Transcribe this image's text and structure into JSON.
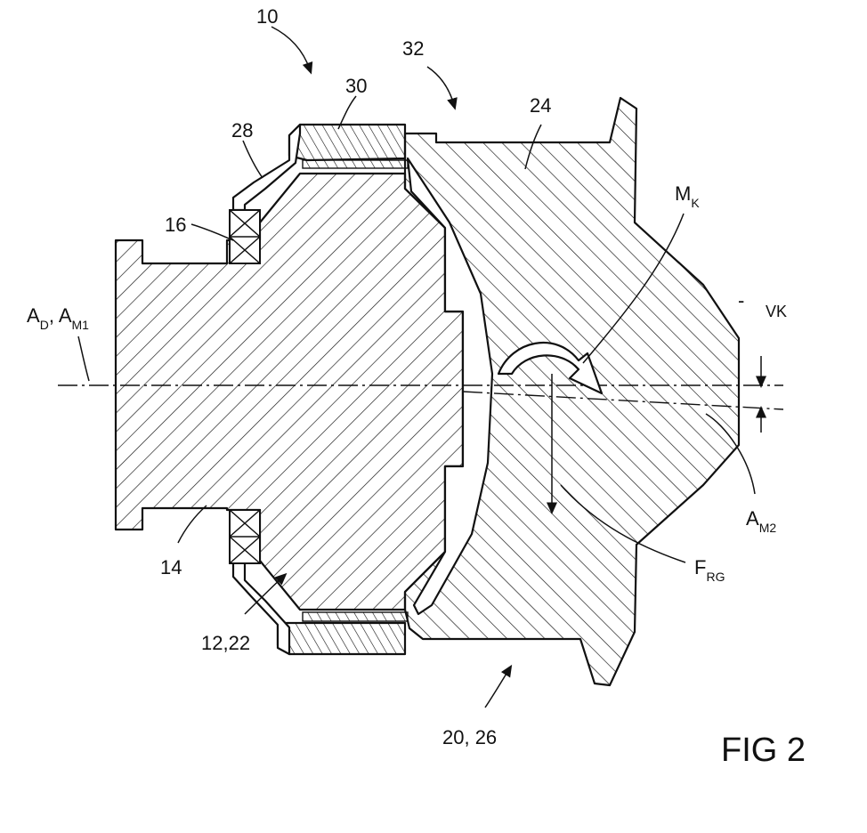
{
  "figure": {
    "fig_label": "FIG 2",
    "labels": {
      "l10": "10",
      "l32": "32",
      "l30": "30",
      "l24": "24",
      "l28": "28",
      "l16": "16",
      "mk_main": "M",
      "mk_sub": "K",
      "axis_a": "A",
      "axis_a_sub": "D",
      "axis_sep": ", A",
      "axis_m1_sub": "M1",
      "vk": "VK",
      "am2_main": "A",
      "am2_sub": "M2",
      "frg_main": "F",
      "frg_sub": "RG",
      "l14": "14",
      "l12_22": "12,22",
      "l20_26": "20, 26",
      "minus": "-"
    }
  }
}
